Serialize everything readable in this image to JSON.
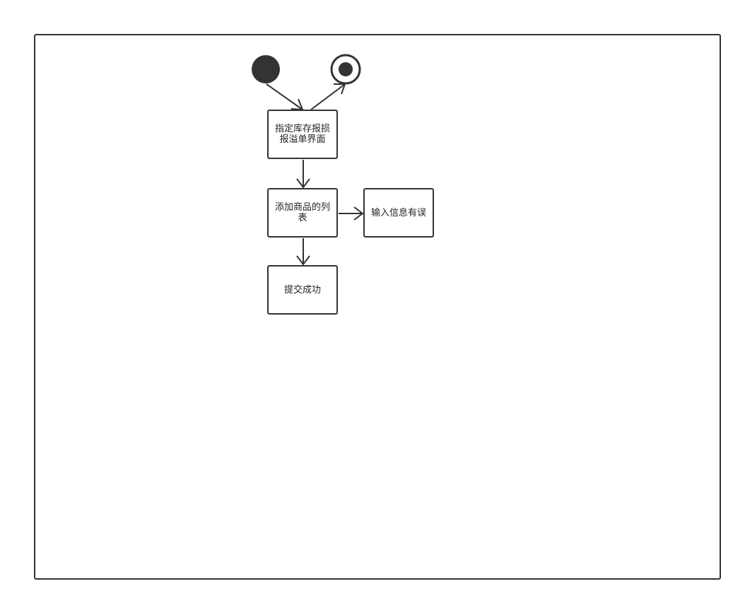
{
  "diagram": {
    "colors": {
      "stroke": "#333333",
      "fill": "#333333",
      "background": "#ffffff"
    },
    "nodes": {
      "initial": {
        "kind": "initial-state"
      },
      "final": {
        "kind": "final-state"
      },
      "designate_screen": {
        "label": "指定库存报损报溢单界面"
      },
      "add_goods_list": {
        "label": "添加商品的列表"
      },
      "input_error": {
        "label": "输入信息有误"
      },
      "submit_success": {
        "label": "提交成功"
      }
    },
    "edges": [
      {
        "from": "initial",
        "to": "designate_screen"
      },
      {
        "from": "designate_screen",
        "to": "final"
      },
      {
        "from": "designate_screen",
        "to": "add_goods_list"
      },
      {
        "from": "add_goods_list",
        "to": "input_error"
      },
      {
        "from": "add_goods_list",
        "to": "submit_success"
      }
    ]
  }
}
